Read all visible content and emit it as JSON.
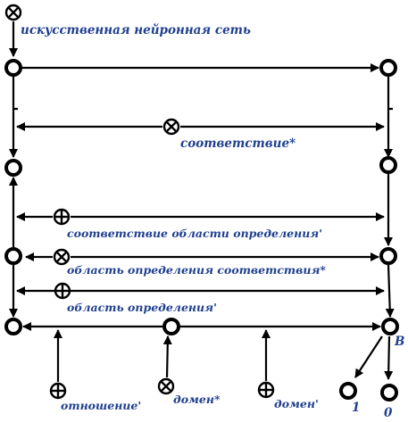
{
  "diagram": {
    "labels": {
      "ann": "искусственная нейронная сеть",
      "corr": "соответствие*",
      "corr_domain": "соответствие области определения'",
      "domain_of_corr": "область определения соответствия*",
      "domain": "область определения'",
      "relation": "отношение'",
      "domain_star": "домен*",
      "domain_prime": "домен'",
      "b_letter": "B",
      "one": "1",
      "zero": "0"
    },
    "operators": {
      "ann": "otimes",
      "corr": "otimes",
      "corr_domain": "oplus",
      "domain_of_corr": "otimes",
      "domain": "oplus",
      "relation": "oplus",
      "domain_star": "otimes",
      "domain_prime": "oplus"
    },
    "colors": {
      "label": "#1f3f8f",
      "line": "#000000"
    }
  }
}
